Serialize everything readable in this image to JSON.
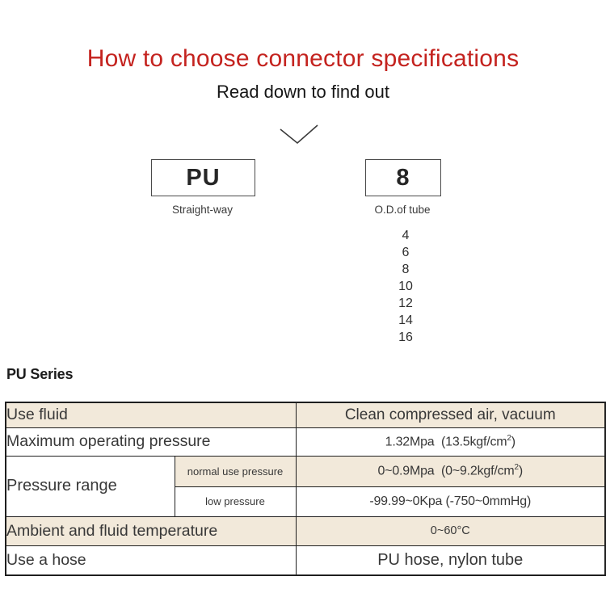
{
  "page": {
    "title": "How to choose connector specifications",
    "subtitle": "Read down to find out"
  },
  "selector": {
    "series_code": "PU",
    "series_caption": "Straight-way",
    "size_code": "8",
    "size_caption": "O.D.of tube",
    "size_options": [
      "4",
      "6",
      "8",
      "10",
      "12",
      "14",
      "16"
    ]
  },
  "specs": {
    "heading": "PU Series",
    "rows": [
      {
        "label": "Use fluid",
        "value": "Clean compressed air, vacuum"
      },
      {
        "label": "Maximum operating pressure",
        "value": "1.32Mpa (13.5kgf/cm²)"
      },
      {
        "label": "Pressure range",
        "sub_label": "normal use pressure",
        "value": "0~0.9Mpa (0~9.2kgf/cm²)"
      },
      {
        "sub_label": "low pressure",
        "value": "-99.99~0Kpa (-750~0mmHg)"
      },
      {
        "label": "Ambient and fluid temperature",
        "value": "0~60°C"
      },
      {
        "label": "Use a hose",
        "value": "PU hose, nylon tube"
      }
    ]
  },
  "colors": {
    "accent_red": "#c4231f",
    "row_beige": "#f2e9da",
    "table_border": "#1f1f1f",
    "text": "#383838"
  }
}
